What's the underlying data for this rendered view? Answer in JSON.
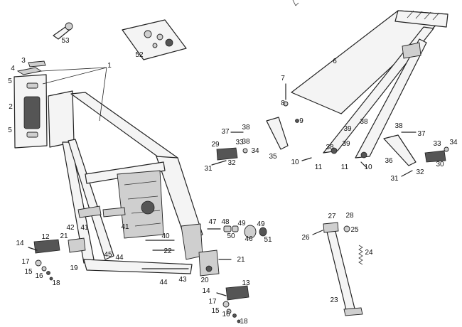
{
  "diagram": {
    "labels": [
      {
        "id": "lbl-1",
        "text": "1"
      },
      {
        "id": "lbl-2",
        "text": "2"
      },
      {
        "id": "lbl-3",
        "text": "3"
      },
      {
        "id": "lbl-4",
        "text": "4"
      },
      {
        "id": "lbl-5a",
        "text": "5"
      },
      {
        "id": "lbl-5b",
        "text": "5"
      },
      {
        "id": "lbl-6",
        "text": "6"
      },
      {
        "id": "lbl-7",
        "text": "7"
      },
      {
        "id": "lbl-8",
        "text": "8"
      },
      {
        "id": "lbl-9",
        "text": "9"
      },
      {
        "id": "lbl-10a",
        "text": "10"
      },
      {
        "id": "lbl-10b",
        "text": "10"
      },
      {
        "id": "lbl-11a",
        "text": "11"
      },
      {
        "id": "lbl-11b",
        "text": "11"
      },
      {
        "id": "lbl-12",
        "text": "12"
      },
      {
        "id": "lbl-13",
        "text": "13"
      },
      {
        "id": "lbl-14a",
        "text": "14"
      },
      {
        "id": "lbl-14b",
        "text": "14"
      },
      {
        "id": "lbl-15a",
        "text": "15"
      },
      {
        "id": "lbl-15b",
        "text": "15"
      },
      {
        "id": "lbl-16a",
        "text": "16"
      },
      {
        "id": "lbl-16b",
        "text": "16"
      },
      {
        "id": "lbl-17a",
        "text": "17"
      },
      {
        "id": "lbl-17b",
        "text": "17"
      },
      {
        "id": "lbl-18a",
        "text": "18"
      },
      {
        "id": "lbl-18b",
        "text": "18"
      },
      {
        "id": "lbl-19",
        "text": "19"
      },
      {
        "id": "lbl-20",
        "text": "20"
      },
      {
        "id": "lbl-21a",
        "text": "21"
      },
      {
        "id": "lbl-21b",
        "text": "21"
      },
      {
        "id": "lbl-22",
        "text": "22"
      },
      {
        "id": "lbl-23",
        "text": "23"
      },
      {
        "id": "lbl-24",
        "text": "24"
      },
      {
        "id": "lbl-25",
        "text": "25"
      },
      {
        "id": "lbl-26",
        "text": "26"
      },
      {
        "id": "lbl-27",
        "text": "27"
      },
      {
        "id": "lbl-28",
        "text": "28"
      },
      {
        "id": "lbl-29",
        "text": "29"
      },
      {
        "id": "lbl-30",
        "text": "30"
      },
      {
        "id": "lbl-31a",
        "text": "31"
      },
      {
        "id": "lbl-31b",
        "text": "31"
      },
      {
        "id": "lbl-32a",
        "text": "32"
      },
      {
        "id": "lbl-32b",
        "text": "32"
      },
      {
        "id": "lbl-33a",
        "text": "33"
      },
      {
        "id": "lbl-33b",
        "text": "33"
      },
      {
        "id": "lbl-34a",
        "text": "34"
      },
      {
        "id": "lbl-34b",
        "text": "34"
      },
      {
        "id": "lbl-35",
        "text": "35"
      },
      {
        "id": "lbl-36",
        "text": "36"
      },
      {
        "id": "lbl-37a",
        "text": "37"
      },
      {
        "id": "lbl-37b",
        "text": "37"
      },
      {
        "id": "lbl-38a",
        "text": "38"
      },
      {
        "id": "lbl-38b",
        "text": "38"
      },
      {
        "id": "lbl-38c",
        "text": "38"
      },
      {
        "id": "lbl-38d",
        "text": "38"
      },
      {
        "id": "lbl-38e",
        "text": "38"
      },
      {
        "id": "lbl-39a",
        "text": "39"
      },
      {
        "id": "lbl-39b",
        "text": "39"
      },
      {
        "id": "lbl-40",
        "text": "40"
      },
      {
        "id": "lbl-41a",
        "text": "41"
      },
      {
        "id": "lbl-41b",
        "text": "41"
      },
      {
        "id": "lbl-42",
        "text": "42"
      },
      {
        "id": "lbl-43",
        "text": "43"
      },
      {
        "id": "lbl-44a",
        "text": "44"
      },
      {
        "id": "lbl-44b",
        "text": "44"
      },
      {
        "id": "lbl-45",
        "text": "45"
      },
      {
        "id": "lbl-46",
        "text": "46"
      },
      {
        "id": "lbl-47",
        "text": "47"
      },
      {
        "id": "lbl-48",
        "text": "48"
      },
      {
        "id": "lbl-49a",
        "text": "49"
      },
      {
        "id": "lbl-49b",
        "text": "49"
      },
      {
        "id": "lbl-50",
        "text": "50"
      },
      {
        "id": "lbl-51",
        "text": "51"
      },
      {
        "id": "lbl-52",
        "text": "52"
      },
      {
        "id": "lbl-53",
        "text": "53"
      }
    ]
  }
}
